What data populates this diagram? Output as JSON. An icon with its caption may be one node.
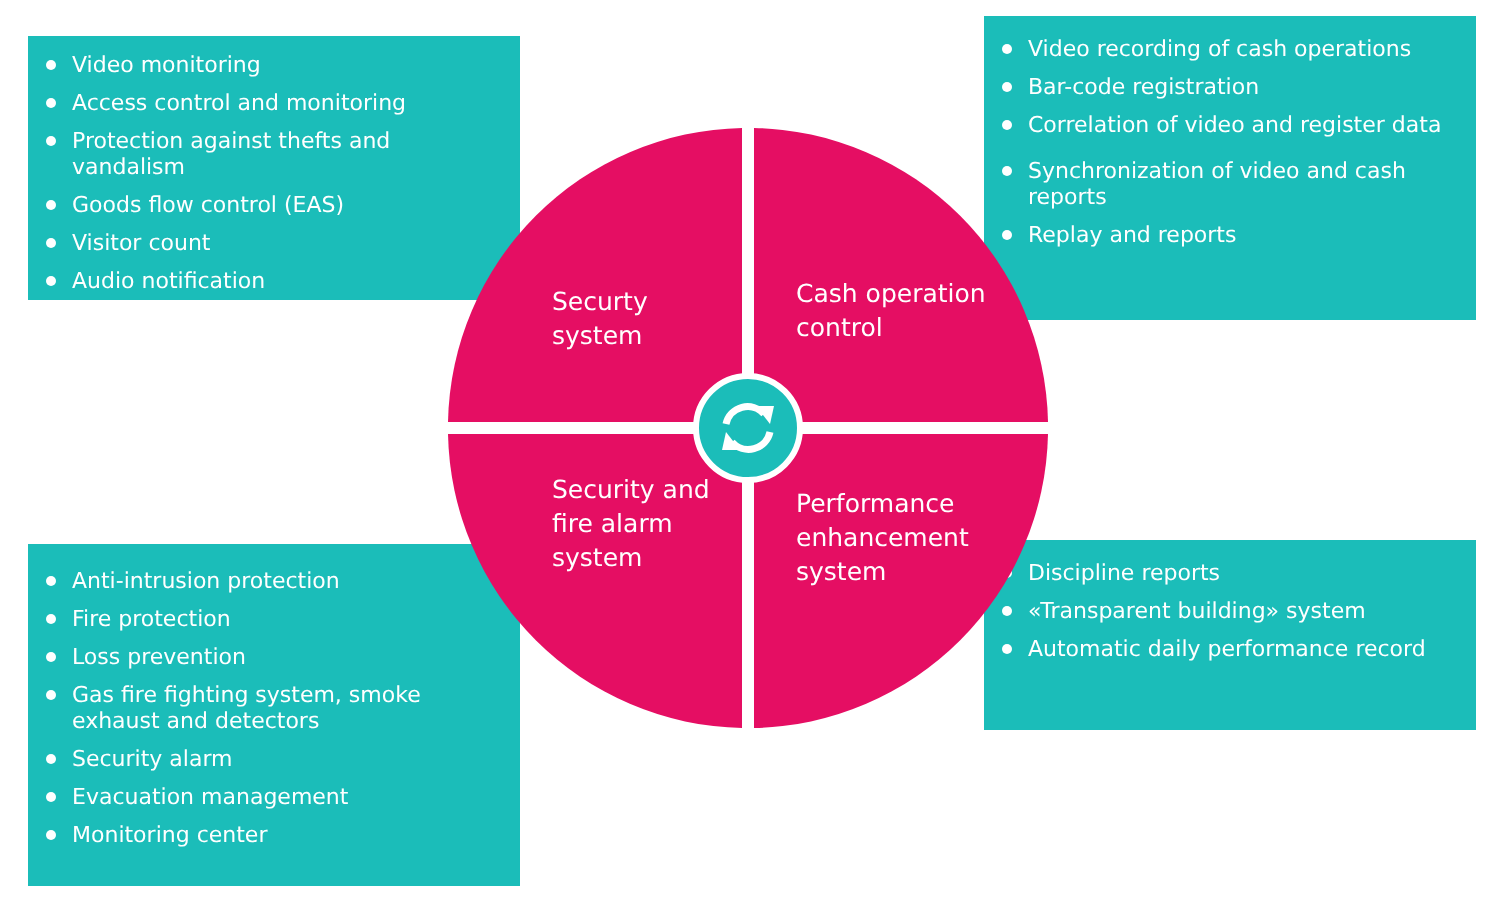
{
  "diagram": {
    "nodes": [
      {
        "text": [
          "Video monitoring",
          "Access control and monitoring",
          "Protection against thefts and vandalism",
          "Goods flow control (EAS)",
          "Visitor count",
          "Audio notification"
        ]
      },
      {
        "text": [
          "Video recording of cash operations",
          "Bar-code registration",
          "Correlation of video and register data",
          "Synchronization of video and cash reports",
          "Replay and reports"
        ]
      },
      {
        "text": [
          "Securty system"
        ]
      },
      {
        "text": [
          "Cash operation control"
        ]
      },
      {
        "text": [],
        "shape": "circle"
      },
      {
        "text": [
          "Security and fire alarm system"
        ]
      },
      {
        "text": [
          "Performance enhancement system"
        ]
      },
      {
        "text": [
          "Anti-intrusion protection",
          "Fire protection",
          "Loss prevention",
          "Gas fire fighting system, smoke exhaust and detectors",
          "Security alarm",
          "Evacuation management",
          "Monitoring center"
        ]
      },
      {
        "text": [
          "Discipline reports",
          "«Transparent building» system",
          "Automatic daily performance record"
        ]
      }
    ]
  }
}
